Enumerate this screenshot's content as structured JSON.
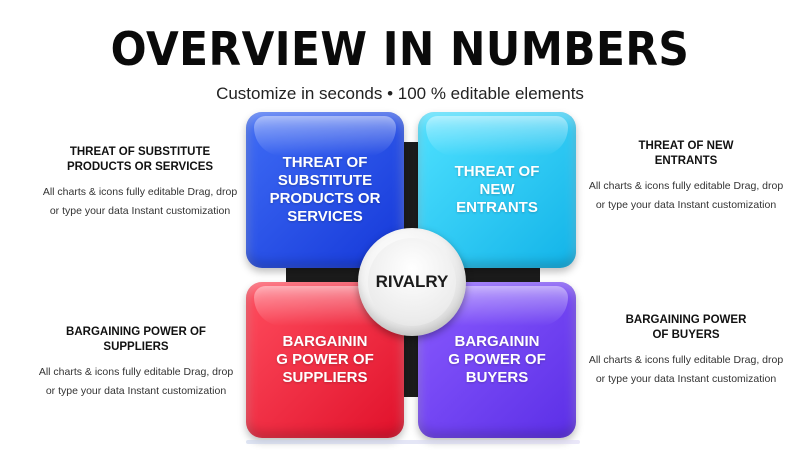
{
  "header": {
    "title": "OVERVIEW IN NUMBERS",
    "subtitle": "Customize in seconds • 100 % editable elements"
  },
  "matrix": {
    "center_label": "RIVALRY",
    "quadrants": {
      "top_left": {
        "label": "THREAT OF SUBSTITUTE PRODUCTS OR SERVICES",
        "color": "#1f47e0"
      },
      "top_right": {
        "label": "THREAT OF NEW ENTRANTS",
        "color": "#1cc0ef"
      },
      "bottom_left": {
        "label": "BARGAININ G POWER OF SUPPLIERS",
        "color": "#ee1e36"
      },
      "bottom_right": {
        "label": "BARGAININ G POWER OF BUYERS",
        "color": "#6a3cf0"
      }
    }
  },
  "side_blocks": {
    "top_left": {
      "heading": "THREAT OF SUBSTITUTE PRODUCTS OR SERVICES",
      "text": "All charts & icons fully editable Drag, drop or type your data Instant customization"
    },
    "top_right": {
      "heading": "THREAT OF NEW ENTRANTS",
      "text": "All charts & icons fully editable Drag, drop or type your data Instant customization"
    },
    "bottom_left": {
      "heading": "BARGAINING POWER OF SUPPLIERS",
      "text": "All charts & icons fully editable Drag, drop or type your data Instant customization"
    },
    "bottom_right": {
      "heading": "BARGAINING POWER OF BUYERS",
      "text": "All charts & icons fully editable Drag, drop or type your data Instant customization"
    }
  }
}
